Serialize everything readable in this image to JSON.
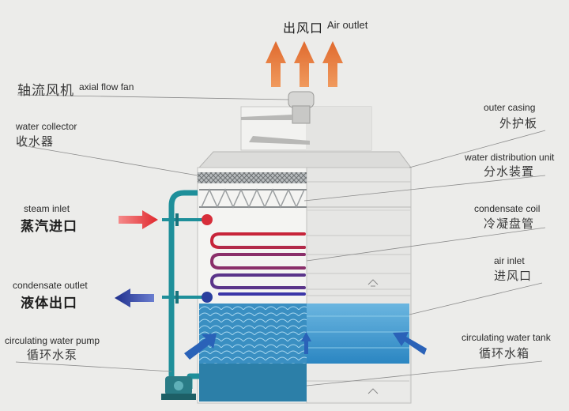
{
  "labels": {
    "air_outlet_cn": "出风口",
    "air_outlet_en": "Air outlet",
    "fan_cn": "轴流风机",
    "fan_en": "axial flow fan",
    "water_collector_en": "water collector",
    "water_collector_cn": "收水器",
    "steam_inlet_en": "steam inlet",
    "steam_inlet_cn": "蒸汽进口",
    "condensate_outlet_en": "condensate outlet",
    "condensate_outlet_cn": "液体出口",
    "circ_pump_en": "circulating water pump",
    "circ_pump_cn": "循环水泵",
    "outer_casing_en": "outer casing",
    "outer_casing_cn": "外护板",
    "water_dist_en": "water distribution unit",
    "water_dist_cn": "分水装置",
    "condensate_coil_en": "condensate coil",
    "condensate_coil_cn": "冷凝盘管",
    "air_inlet_en": "air inlet",
    "air_inlet_cn": "进风口",
    "circ_tank_en": "circulating water tank",
    "circ_tank_cn": "循环水箱"
  },
  "colors": {
    "steam_arrow": "#e23a3a",
    "condensate_arrow": "#2a3f9e",
    "air_arrow": "#e8864a",
    "pipe": "#1e8f9a",
    "coil_hot": "#c7243a",
    "coil_cold": "#3b36a8",
    "water": "#2f8fc4"
  },
  "icons": {
    "exhaust": "orange-up-arrow",
    "intake": "blue-diagonal-arrow"
  }
}
